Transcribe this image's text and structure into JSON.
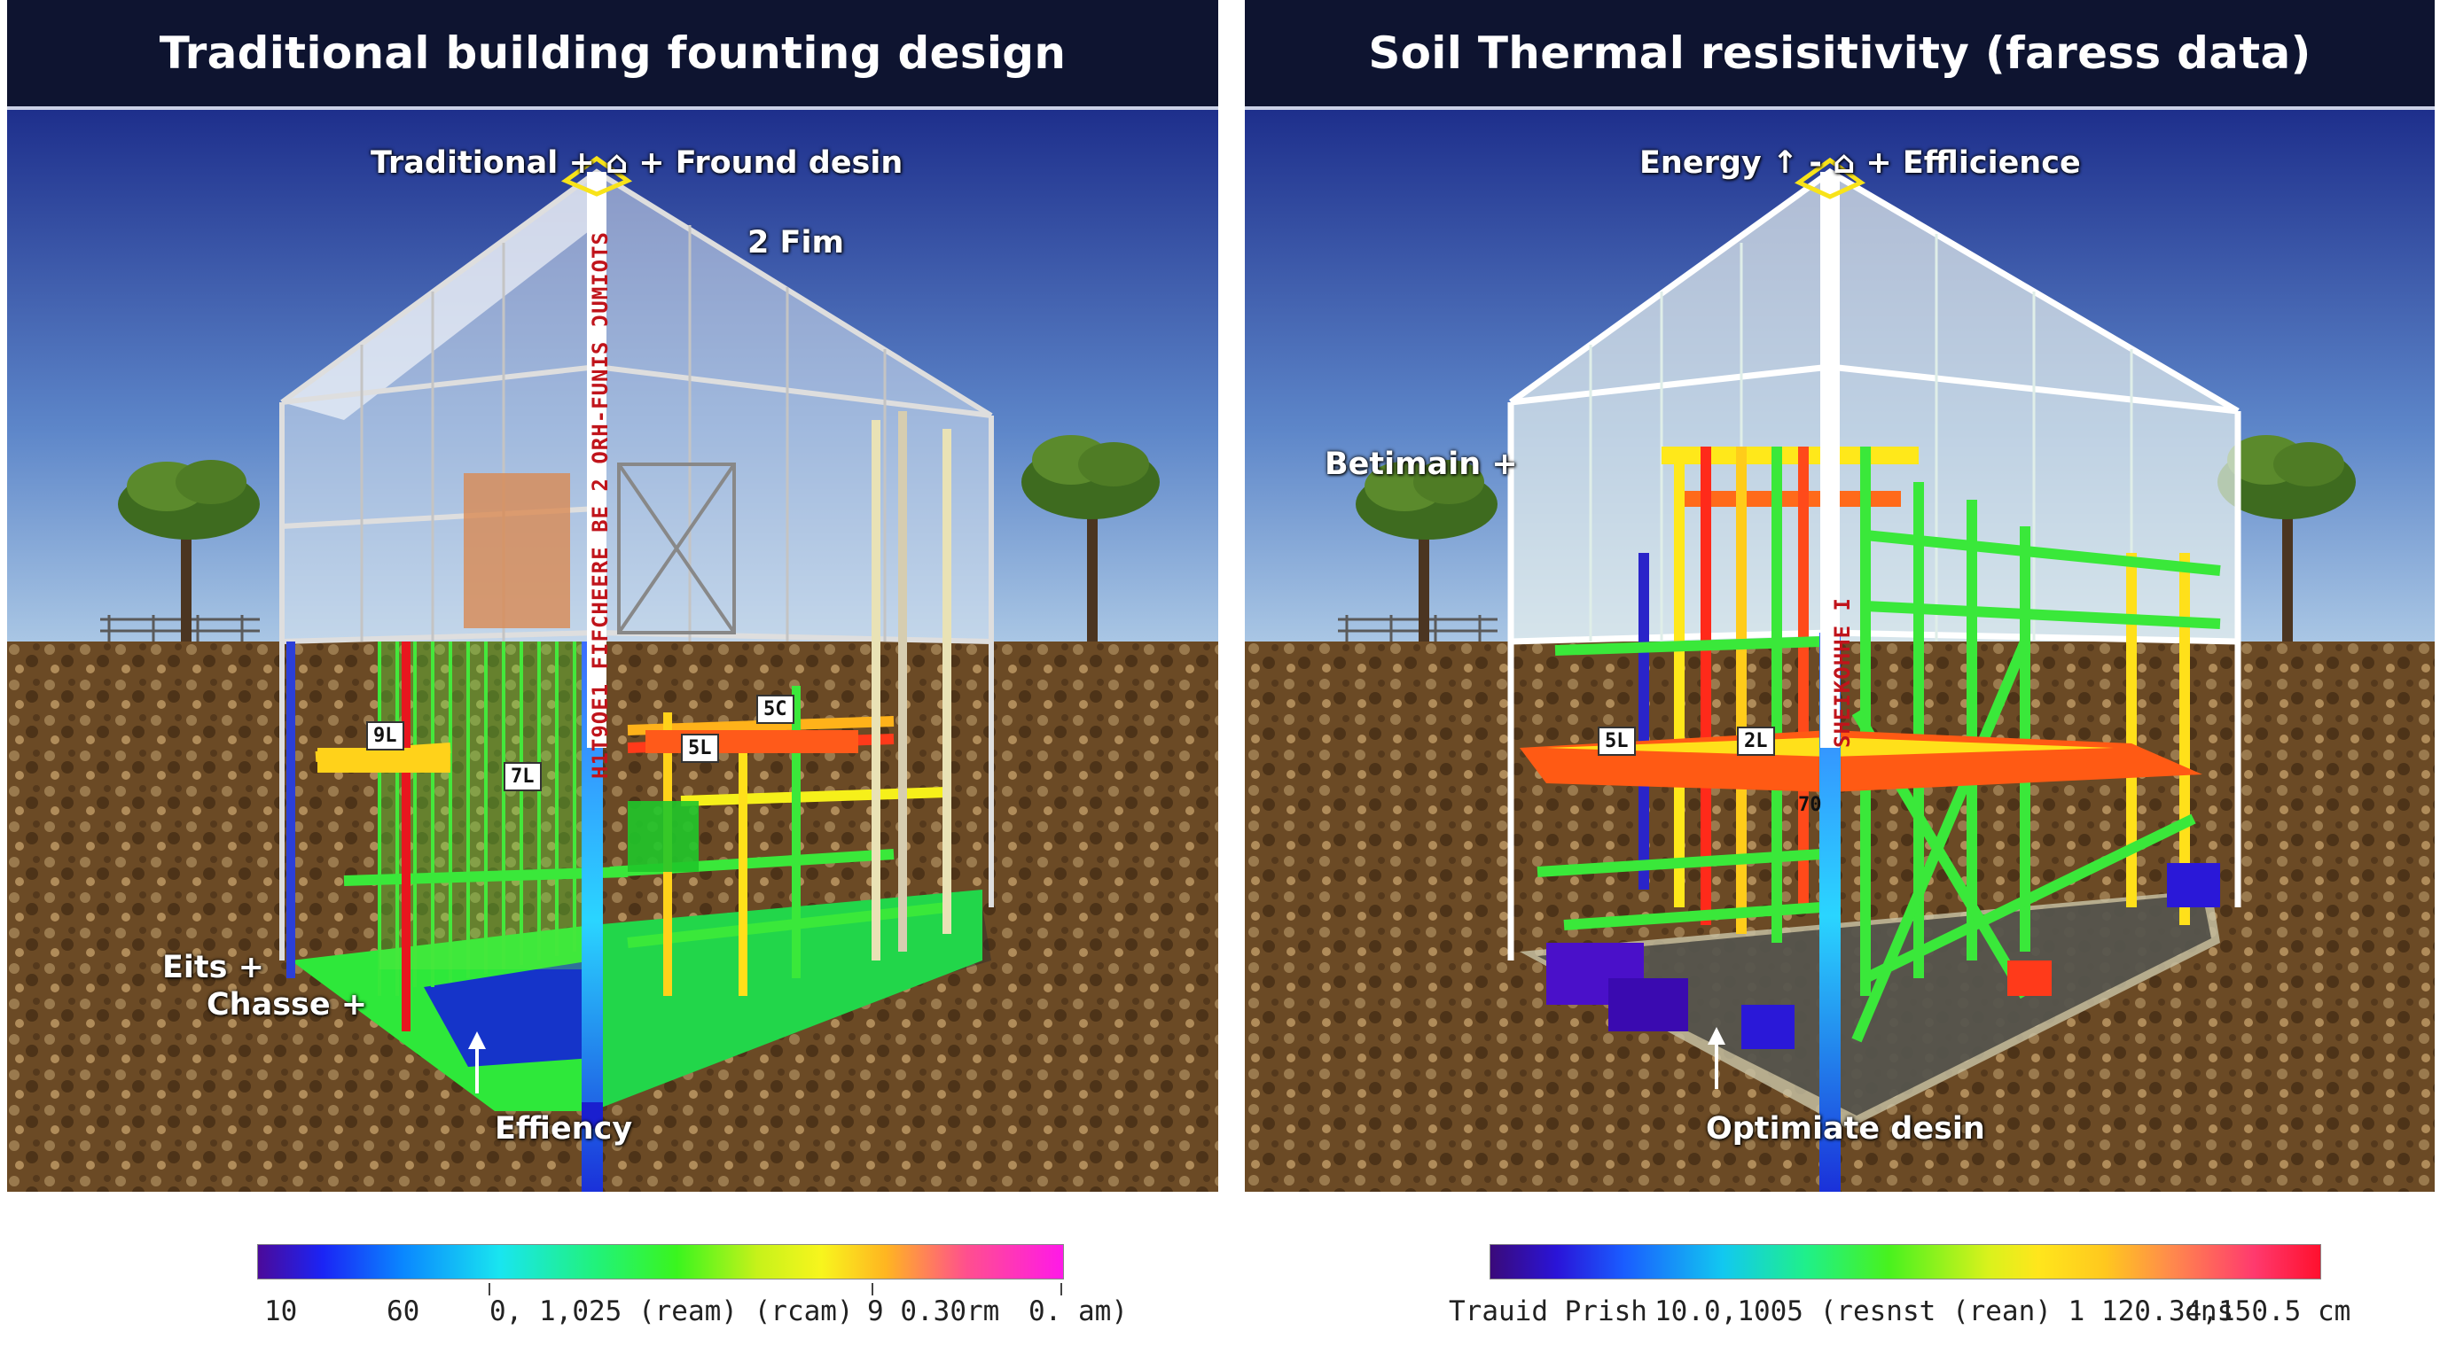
{
  "left_panel": {
    "title": "Traditional building founting design",
    "labels": {
      "roof": "Traditional + ⌂ + Fround desin",
      "fim": "2 Fim",
      "eits": "Eits +",
      "chasse": "Chasse +",
      "efficiency": "Effiency",
      "vertical_text": "H1T9OE1 FIFCHEERE BE 2 ORH-FUNIS ƆUMIOTS"
    },
    "tags": [
      "9L",
      "7L",
      "5L",
      "5C"
    ]
  },
  "right_panel": {
    "title": "Soil Thermal resisitivity (faress data)",
    "labels": {
      "roof": "Energy ↑ - ⌂ + Efflicience",
      "betimain": "Betimain +",
      "optimize": "Optimiate desin",
      "vertical_text": "SHEIKOHHE I"
    },
    "tags": [
      "5L",
      "2L",
      "70"
    ]
  },
  "left_colorbar": {
    "labels": [
      "10",
      "60",
      "0, 1,025  (ream)  (rcam)",
      "9  0.30rm",
      "0. am)"
    ]
  },
  "right_colorbar": {
    "labels": [
      "Trauid Prish",
      "10.0,1005 (resnst (rean) 1 120. cns",
      "34,150.5 cm"
    ]
  },
  "colors": {
    "header_bg": "#0e1430",
    "sky_top": "#1e2f8c",
    "soil": "#6b4a25"
  }
}
